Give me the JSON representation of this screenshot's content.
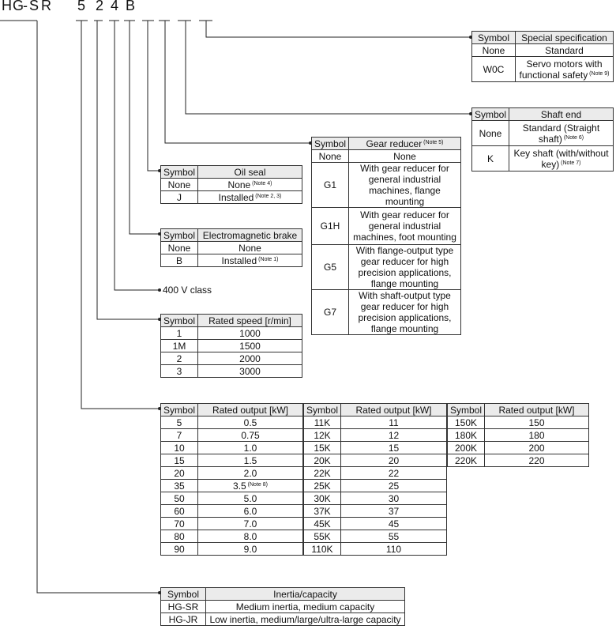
{
  "model_chars": [
    "H",
    "G",
    "-",
    "S",
    "R",
    "5",
    "2",
    "4",
    "B"
  ],
  "special": {
    "headers": [
      "Symbol",
      "Special specification"
    ],
    "rows": [
      {
        "sym": "None",
        "desc": "Standard",
        "note": ""
      },
      {
        "sym": "W0C",
        "desc": "Servo motors with functional safety",
        "note": "(Note 9)"
      }
    ]
  },
  "shaft": {
    "headers": [
      "Symbol",
      "Shaft end"
    ],
    "rows": [
      {
        "sym": "None",
        "desc": "Standard (Straight shaft)",
        "note": "(Note 6)"
      },
      {
        "sym": "K",
        "desc": "Key shaft (with/without key)",
        "note": "(Note 7)"
      }
    ]
  },
  "gear": {
    "headers": [
      "Symbol",
      "Gear reducer"
    ],
    "header_note": "(Note 5)",
    "rows": [
      {
        "sym": "None",
        "desc": "None"
      },
      {
        "sym": "G1",
        "desc": "With gear reducer for general industrial machines, flange mounting"
      },
      {
        "sym": "G1H",
        "desc": "With gear reducer for general industrial machines, foot mounting"
      },
      {
        "sym": "G5",
        "desc": "With flange-output type gear reducer for high precision applications, flange mounting"
      },
      {
        "sym": "G7",
        "desc": "With shaft-output type gear reducer for high precision applications, flange mounting"
      }
    ]
  },
  "oilseal": {
    "headers": [
      "Symbol",
      "Oil seal"
    ],
    "rows": [
      {
        "sym": "None",
        "desc": "None",
        "note": "(Note 4)"
      },
      {
        "sym": "J",
        "desc": "Installed",
        "note": "(Note 2, 3)"
      }
    ]
  },
  "brake": {
    "headers": [
      "Symbol",
      "Electromagnetic brake"
    ],
    "rows": [
      {
        "sym": "None",
        "desc": "None",
        "note": ""
      },
      {
        "sym": "B",
        "desc": "Installed",
        "note": "(Note 1)"
      }
    ]
  },
  "voltage": "400 V class",
  "speed": {
    "headers": [
      "Symbol",
      "Rated speed [r/min]"
    ],
    "rows": [
      {
        "sym": "1",
        "desc": "1000"
      },
      {
        "sym": "1M",
        "desc": "1500"
      },
      {
        "sym": "2",
        "desc": "2000"
      },
      {
        "sym": "3",
        "desc": "3000"
      }
    ]
  },
  "output": {
    "headers": [
      "Symbol",
      "Rated output [kW]"
    ],
    "col1": [
      [
        "5",
        "0.5",
        ""
      ],
      [
        "7",
        "0.75",
        ""
      ],
      [
        "10",
        "1.0",
        ""
      ],
      [
        "15",
        "1.5",
        ""
      ],
      [
        "20",
        "2.0",
        ""
      ],
      [
        "35",
        "3.5",
        "(Note 8)"
      ],
      [
        "50",
        "5.0",
        ""
      ],
      [
        "60",
        "6.0",
        ""
      ],
      [
        "70",
        "7.0",
        ""
      ],
      [
        "80",
        "8.0",
        ""
      ],
      [
        "90",
        "9.0",
        ""
      ]
    ],
    "col2": [
      [
        "11K",
        "11"
      ],
      [
        "12K",
        "12"
      ],
      [
        "15K",
        "15"
      ],
      [
        "20K",
        "20"
      ],
      [
        "22K",
        "22"
      ],
      [
        "25K",
        "25"
      ],
      [
        "30K",
        "30"
      ],
      [
        "37K",
        "37"
      ],
      [
        "45K",
        "45"
      ],
      [
        "55K",
        "55"
      ],
      [
        "110K",
        "110"
      ]
    ],
    "col3": [
      [
        "150K",
        "150"
      ],
      [
        "180K",
        "180"
      ],
      [
        "200K",
        "200"
      ],
      [
        "220K",
        "220"
      ]
    ]
  },
  "inertia": {
    "headers": [
      "Symbol",
      "Inertia/capacity"
    ],
    "rows": [
      {
        "sym": "HG-SR",
        "desc": "Medium inertia, medium capacity"
      },
      {
        "sym": "HG-JR",
        "desc": "Low inertia, medium/large/ultra-large capacity"
      }
    ]
  }
}
